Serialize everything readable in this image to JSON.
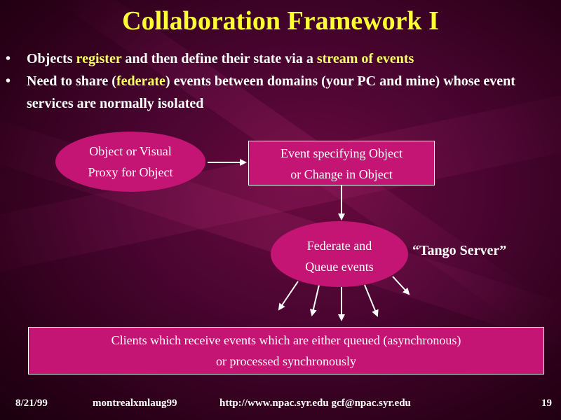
{
  "title": "Collaboration Framework I",
  "bullets": {
    "b1": {
      "dot": "•",
      "t1": "Objects ",
      "h1": "register",
      "t2": " and then define their state via a ",
      "h2": "stream of events"
    },
    "b2": {
      "dot": "•",
      "t1": "Need to share (",
      "h1": "federate",
      "t2": ") events between domains (your PC and mine) whose event services are normally isolated"
    }
  },
  "diagram": {
    "object_proxy": {
      "line1": "Object or Visual",
      "line2": "Proxy for Object"
    },
    "event_box": {
      "line1": "Event specifying Object",
      "line2": "or Change in Object"
    },
    "federate": {
      "line1": "Federate and",
      "line2": "Queue events"
    },
    "tango_label": "“Tango Server”",
    "clients": {
      "line1": "Clients which receive events which are either queued (asynchronous)",
      "line2": "or processed synchronously"
    }
  },
  "colors": {
    "background": "#4a0530",
    "title": "#ffff33",
    "highlight": "#ffff66",
    "box_fill": "#c41474",
    "ellipse_fill": "#c41474"
  },
  "footer": {
    "date": "8/21/99",
    "talk": "montrealxmlaug99",
    "links": "http://www.npac.syr.edu gcf@npac.syr.edu",
    "page": "19"
  }
}
